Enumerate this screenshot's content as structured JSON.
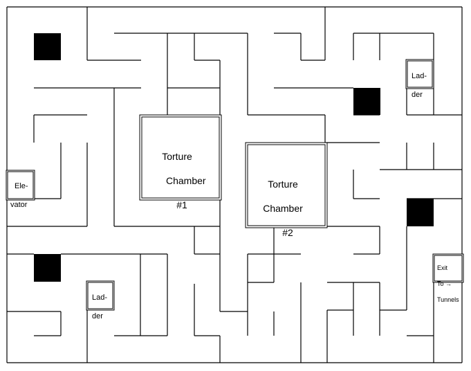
{
  "labels": {
    "torture_chamber_1": {
      "line1": "Torture",
      "line2": "Chamber",
      "line3": "#1"
    },
    "torture_chamber_2": {
      "line1": "Torture",
      "line2": "Chamber",
      "line3": "#2"
    },
    "elevator": {
      "line1": "Ele-",
      "line2": "vator"
    },
    "ladder_top": {
      "line1": "Lad-",
      "line2": "der"
    },
    "ladder_bottom": {
      "line1": "Lad-",
      "line2": "der"
    },
    "exit": {
      "line1": "Exit",
      "line2": "To →",
      "line3": "Tunnels"
    }
  },
  "colors": {
    "wall": "#000000",
    "pit": "#000000",
    "background": "#ffffff"
  }
}
